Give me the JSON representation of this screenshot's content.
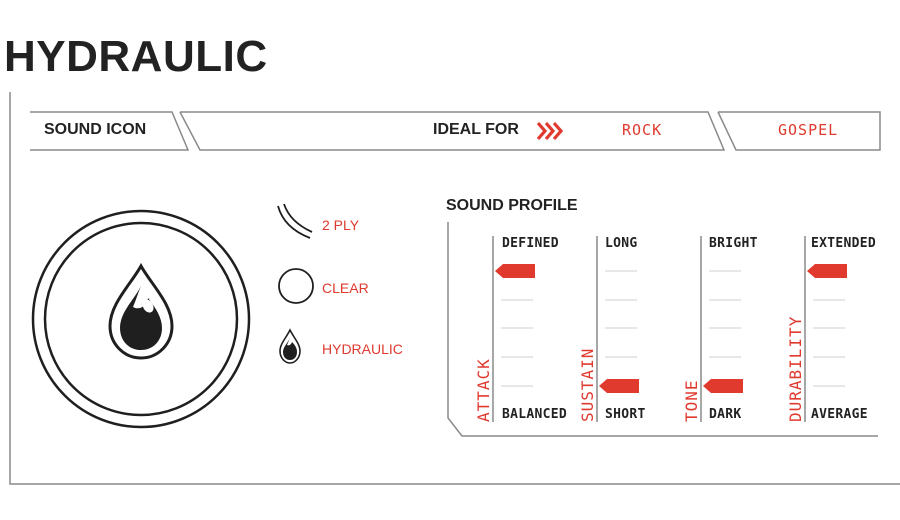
{
  "title": "HYDRAULIC",
  "header": {
    "sound_icon_label": "SOUND ICON",
    "ideal_for_label": "IDEAL FOR",
    "genres": [
      "ROCK",
      "GOSPEL"
    ]
  },
  "legend": [
    {
      "label": "2 PLY",
      "icon": "ply-lines-icon"
    },
    {
      "label": "CLEAR",
      "icon": "clear-circle-icon"
    },
    {
      "label": "HYDRAULIC",
      "icon": "hydraulic-drop-icon"
    }
  ],
  "sound_profile": {
    "title": "SOUND PROFILE",
    "columns": [
      {
        "name": "ATTACK",
        "top": "DEFINED",
        "bottom": "BALANCED",
        "level": 1
      },
      {
        "name": "SUSTAIN",
        "top": "LONG",
        "bottom": "SHORT",
        "level": 5
      },
      {
        "name": "TONE",
        "top": "BRIGHT",
        "bottom": "DARK",
        "level": 5
      },
      {
        "name": "DURABILITY",
        "top": "EXTENDED",
        "bottom": "AVERAGE",
        "level": 1
      }
    ],
    "scale_steps": 5
  },
  "colors": {
    "accent": "#e03a2f",
    "ink": "#222222",
    "line": "#8a8a8a"
  }
}
